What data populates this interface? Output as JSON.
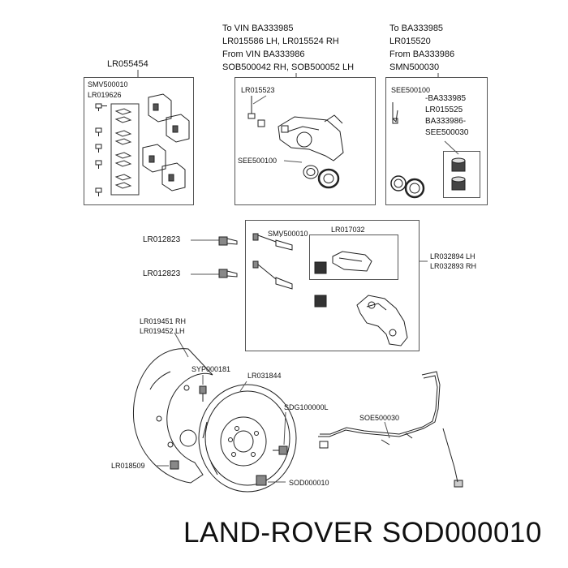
{
  "headers": {
    "pad_kit": "LR055454",
    "caliper_lh_rh": [
      "To VIN BA333985",
      "LR015586 LH, LR015524 RH",
      "From VIN BA333986",
      "SOB500042 RH, SOB500052 LH"
    ],
    "repair_kit": [
      "To BA333985",
      "LR015520",
      "From BA333986",
      "SMN500030"
    ]
  },
  "pads_box": {
    "bolt": "SMV500010",
    "clip": "LR019626"
  },
  "caliper_box": {
    "bleed": "LR015523",
    "seal": "SEE500100"
  },
  "repair_box": {
    "seal": "SEE500100",
    "note_lines": [
      "-BA333985",
      "LR015525",
      "BA333986-",
      "SEE500030"
    ]
  },
  "carrier": {
    "bolt_upper": "LR012823",
    "bolt_lower": "LR012823",
    "guide_bolt": "SMV500010",
    "pin_kit": "LR017032",
    "carrier_parts": [
      "LR032894 LH",
      "LR032893 RH"
    ]
  },
  "rotor_area": {
    "shield": [
      "LR019451 RH",
      "LR019452 LH"
    ],
    "screw": "SYP000181",
    "disc": "LR031844",
    "bolt": "SDG100000L",
    "sensor": "SOE500030",
    "lower_bolt": "LR018509",
    "nut": "SOD000010"
  },
  "footer": {
    "brand": "LAND-ROVER",
    "part": "SOD000010"
  }
}
